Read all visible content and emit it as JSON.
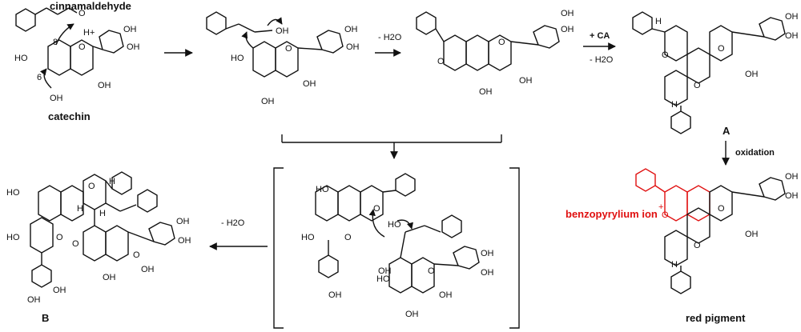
{
  "compounds": {
    "cinnamaldehyde": "cinnamaldehyde",
    "catechin": "catechin",
    "A": "A",
    "B": "B",
    "red_pigment": "red pigment",
    "benzopyrylium": "benzopyrylium ion"
  },
  "conditions": {
    "minus_water": "- H2O",
    "plus_ca": "+ CA",
    "oxidation": "oxidation",
    "proton": "H+"
  },
  "atoms": {
    "oh": "OH",
    "ho": "HO",
    "o": "O",
    "h": "H",
    "n6": "6",
    "n8": "8",
    "plus": "+"
  },
  "colors": {
    "ink": "#111111",
    "highlight": "#e01010"
  }
}
